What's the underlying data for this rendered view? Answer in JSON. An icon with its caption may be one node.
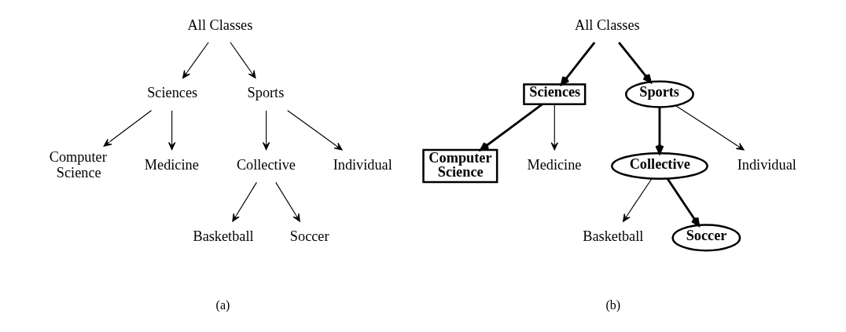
{
  "diagram": {
    "nodes": [
      {
        "text": [
          "All Classes"
        ]
      },
      {
        "text": [
          "Sciences"
        ]
      },
      {
        "text": [
          "Sports"
        ]
      },
      {
        "text": [
          "Computer Science"
        ]
      },
      {
        "text": [
          "Medicine"
        ]
      },
      {
        "text": [
          "Collective"
        ]
      },
      {
        "text": [
          "Individual"
        ]
      },
      {
        "text": [
          "Basketball"
        ]
      },
      {
        "text": [
          "Soccer"
        ]
      },
      {
        "text": [
          "All Classes"
        ]
      },
      {
        "text": [
          "Sciences"
        ]
      },
      {
        "text": [
          "Sports"
        ]
      },
      {
        "text": [
          "Computer Science"
        ]
      },
      {
        "text": [
          "Medicine"
        ]
      },
      {
        "text": [
          "Collective"
        ]
      },
      {
        "text": [
          "Individual"
        ]
      },
      {
        "text": [
          "Basketball"
        ]
      },
      {
        "text": [
          "Soccer"
        ]
      }
    ],
    "edges": [
      {
        "from": 0,
        "to": 1,
        "arrow": "to"
      },
      {
        "from": 0,
        "to": 2,
        "arrow": "to"
      },
      {
        "from": 1,
        "to": 3,
        "arrow": "to"
      },
      {
        "from": 1,
        "to": 4,
        "arrow": "to"
      },
      {
        "from": 2,
        "to": 5,
        "arrow": "to"
      },
      {
        "from": 2,
        "to": 6,
        "arrow": "to"
      },
      {
        "from": 5,
        "to": 7,
        "arrow": "to"
      },
      {
        "from": 5,
        "to": 8,
        "arrow": "to"
      },
      {
        "from": 9,
        "to": 10,
        "arrow": "to",
        "style": "thick"
      },
      {
        "from": 9,
        "to": 11,
        "arrow": "to",
        "style": "thick"
      },
      {
        "from": 10,
        "to": 12,
        "arrow": "to",
        "style": "thick"
      },
      {
        "from": 10,
        "to": 13,
        "arrow": "to"
      },
      {
        "from": 11,
        "to": 14,
        "arrow": "to",
        "style": "thick"
      },
      {
        "from": 11,
        "to": 15,
        "arrow": "to"
      },
      {
        "from": 14,
        "to": 16,
        "arrow": "to"
      },
      {
        "from": 14,
        "to": 17,
        "arrow": "to",
        "style": "thick"
      }
    ],
    "labels": [
      "(a)",
      "(b)"
    ]
  }
}
